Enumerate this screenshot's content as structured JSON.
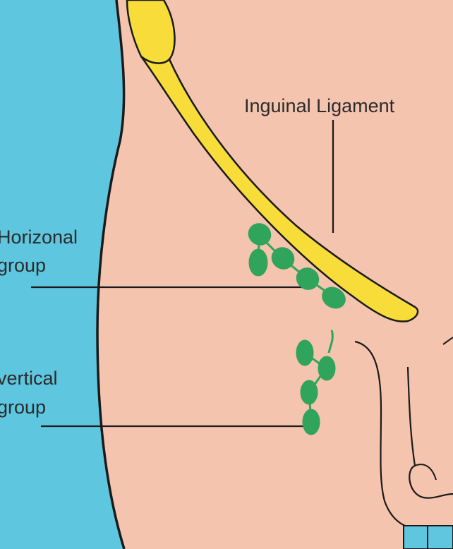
{
  "labels": {
    "inguinal_ligament": "Inguinal Ligament",
    "horizontal_group_line1": "Horizonal",
    "horizontal_group_line2": "group",
    "vertical_group_line1": "vertical",
    "vertical_group_line2": "group"
  },
  "colors": {
    "background": "#5ec6df",
    "skin": "#f5c4ae",
    "ligament": "#f7dc3a",
    "lymph_node": "#2fa45a",
    "outline": "#1a1a1a"
  }
}
